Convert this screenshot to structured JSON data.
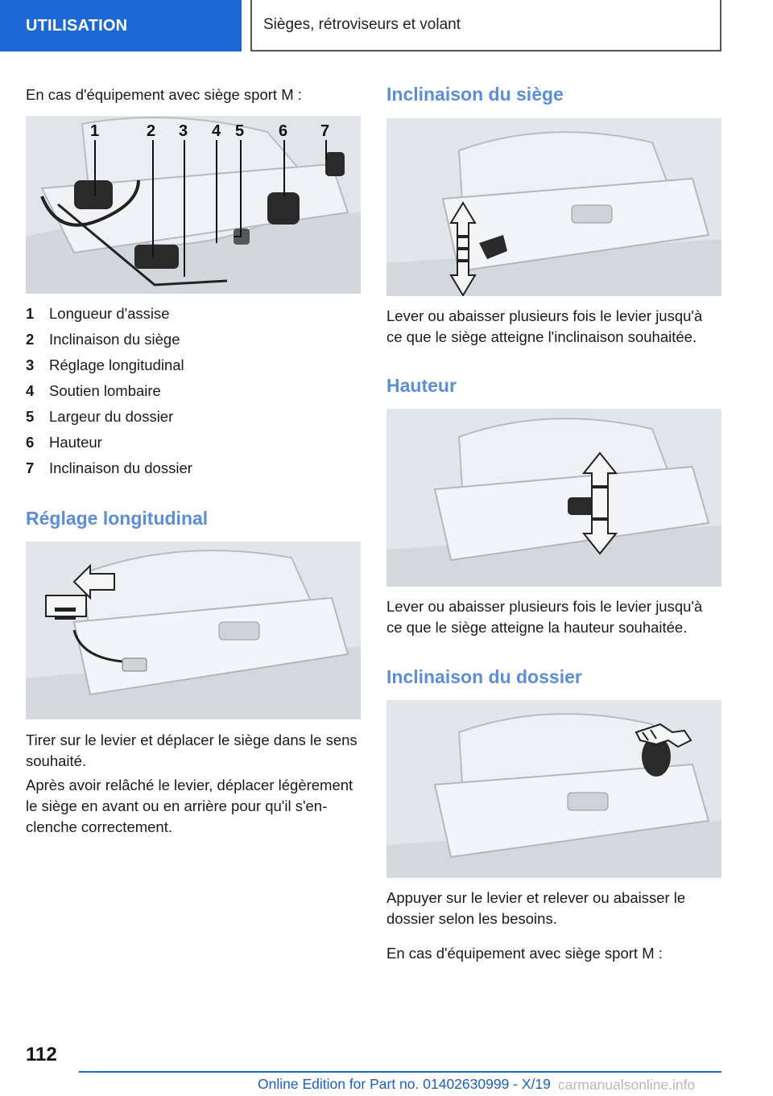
{
  "header": {
    "section": "UTILISATION",
    "chapter": "Sièges, rétroviseurs et volant"
  },
  "left": {
    "intro": "En cas d'équipement avec siège sport M :",
    "figure_callouts": [
      "1",
      "2",
      "3",
      "4",
      "5",
      "6",
      "7"
    ],
    "legend": [
      {
        "num": "1",
        "label": "Longueur d'assise"
      },
      {
        "num": "2",
        "label": "Inclinaison du siège"
      },
      {
        "num": "3",
        "label": "Réglage longitudinal"
      },
      {
        "num": "4",
        "label": "Soutien lombaire"
      },
      {
        "num": "5",
        "label": "Largeur du dossier"
      },
      {
        "num": "6",
        "label": "Hauteur"
      },
      {
        "num": "7",
        "label": "Inclinaison du dossier"
      }
    ],
    "section_title": "Réglage longitudinal",
    "para1": "Tirer sur le levier et déplacer le siège dans le sens souhaité.",
    "para2": "Après avoir relâché le levier, déplacer légèrement le siège en avant ou en arrière pour qu'il s'en­clenche correctement."
  },
  "right": {
    "sections": [
      {
        "title": "Inclinaison du siège",
        "text": "Lever ou abaisser plusieurs fois le levier jusqu'à ce que le siège atteigne l'inclinaison souhaitée."
      },
      {
        "title": "Hauteur",
        "text": "Lever ou abaisser plusieurs fois le levier jusqu'à ce que le siège atteigne la hauteur souhaitée."
      },
      {
        "title": "Inclinaison du dossier",
        "text": "Appuyer sur le levier et relever ou abaisser le dossier selon les besoins."
      }
    ],
    "outro": "En cas d'équipement avec siège sport M :"
  },
  "footer": {
    "page_number": "112",
    "edition": "Online Edition for Part no. 01402630999 - X/19",
    "watermark": "carmanualsonline.info"
  }
}
